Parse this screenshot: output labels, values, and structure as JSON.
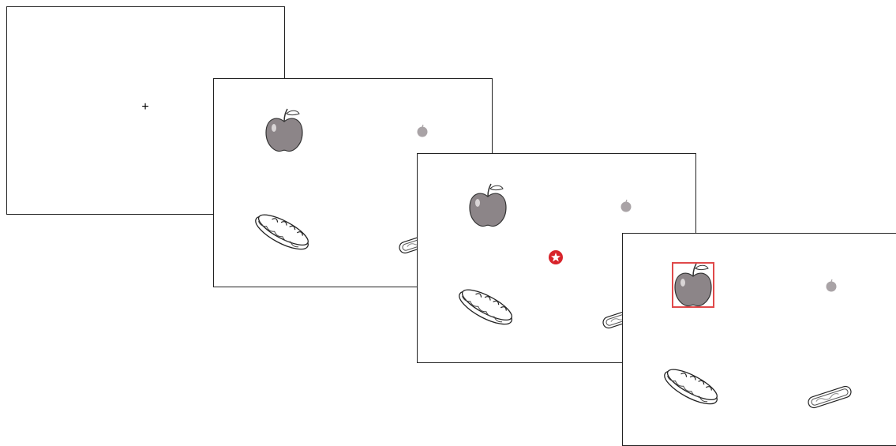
{
  "frames": [
    {
      "step": 1,
      "content": "fixation",
      "fixation_symbol": "+"
    },
    {
      "step": 2,
      "content": "stimulus",
      "items": [
        "apple-icon",
        "small-dot",
        "sandwich-icon",
        "hotdog-icon"
      ]
    },
    {
      "step": 3,
      "content": "cue",
      "items": [
        "apple-icon",
        "small-dot",
        "sandwich-icon",
        "hotdog-icon",
        "star-icon"
      ]
    },
    {
      "step": 4,
      "content": "selection",
      "items": [
        "apple-icon",
        "small-dot",
        "sandwich-icon",
        "hotdog-icon"
      ],
      "selected": "apple-icon"
    }
  ],
  "colors": {
    "frame_border": "#222222",
    "item_fill": "#8c8588",
    "dot_fill": "#a9a3a6",
    "accent_red": "#e0494a",
    "star_red": "#d8232a"
  }
}
